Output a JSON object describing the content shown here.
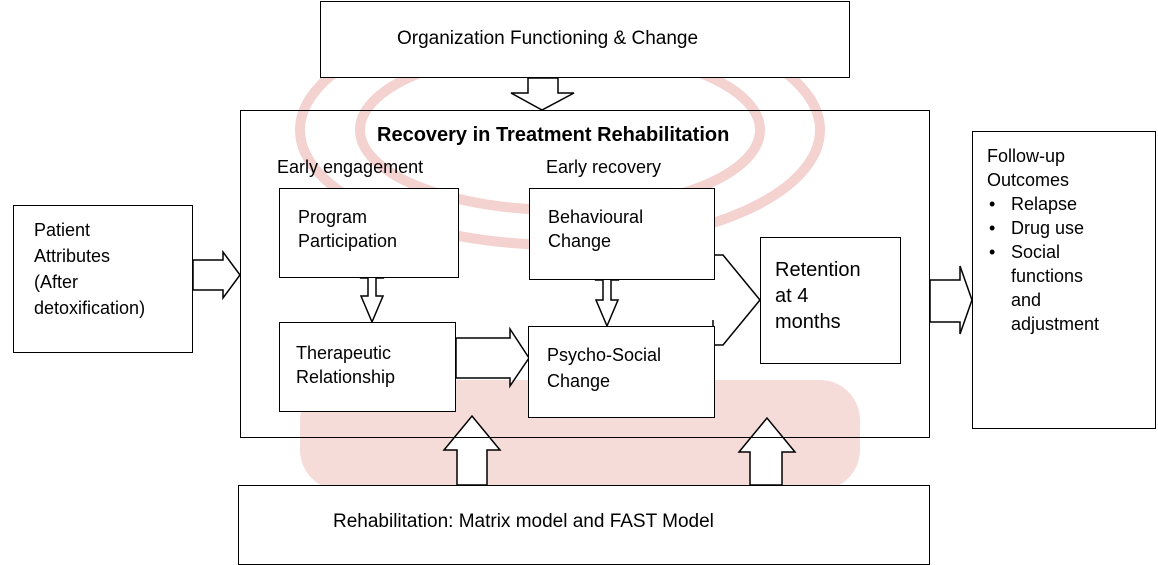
{
  "top_box": {
    "label": "Organization Functioning & Change"
  },
  "main_box": {
    "title": "Recovery in Treatment Rehabilitation",
    "early_engagement_label": "Early engagement",
    "early_recovery_label": "Early recovery"
  },
  "boxes": {
    "program": [
      "Program",
      "Participation"
    ],
    "behavioural": [
      "Behavioural",
      "Change"
    ],
    "therapeutic": [
      "Therapeutic",
      "Relationship"
    ],
    "psycho": [
      "Psycho-Social",
      "Change"
    ],
    "retention": [
      "Retention",
      "at 4",
      "months"
    ]
  },
  "patient": {
    "lines": [
      "Patient",
      "Attributes",
      "(After",
      "detoxification)"
    ]
  },
  "followup": {
    "title_lines": [
      "Follow-up",
      "Outcomes"
    ],
    "bullet_char": "•",
    "items": [
      "Relapse",
      "Drug use",
      "Social",
      "functions",
      "and",
      "adjustment"
    ]
  },
  "bottom_box": {
    "label": "Rehabilitation: Matrix model and FAST Model"
  },
  "colors": {
    "watermark": "#f0c8c4",
    "line": "#000000"
  }
}
